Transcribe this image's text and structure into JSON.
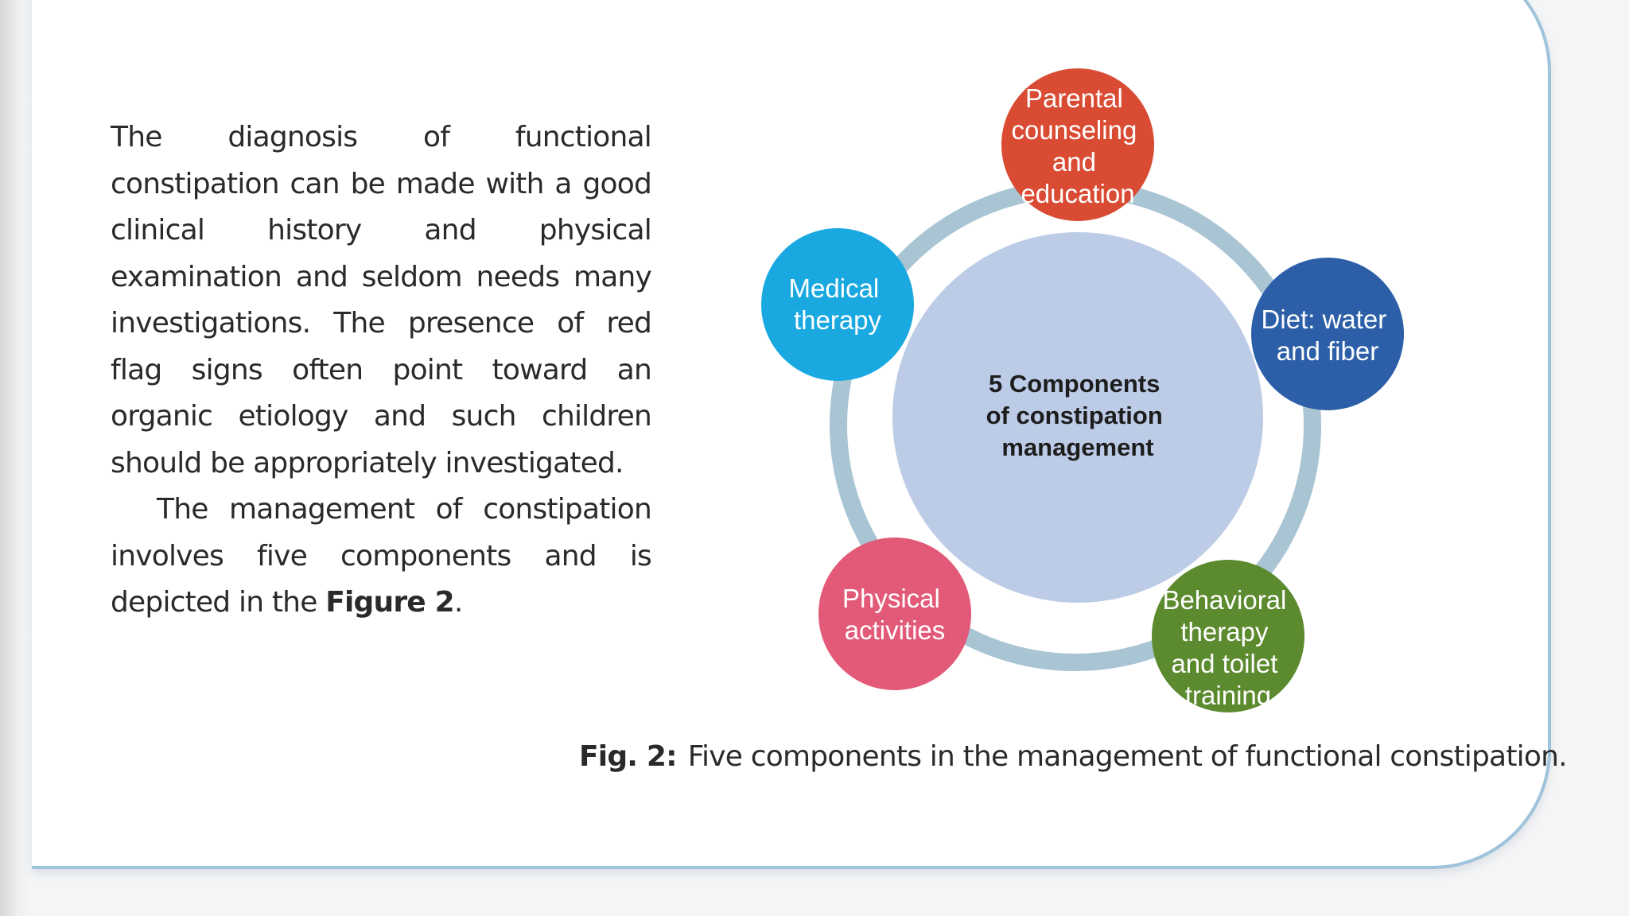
{
  "body_text": {
    "paragraph_1": "The diagnosis of functional constipation can be made with a good clinical history and physical examination and seldom needs many investigations. The presence of red flag signs often point toward an organic etiology and such children should be appropriately investigated.",
    "paragraph_2_before_ref": "The management of constipation involves five components and is depicted in the ",
    "paragraph_2_ref": "Figure 2",
    "paragraph_2_after_ref": "."
  },
  "figure": {
    "center": {
      "line_1": "5 Components",
      "line_2": "of constipation",
      "line_3": "management"
    },
    "nodes": {
      "parental": {
        "line_1": "Parental",
        "line_2": "counseling",
        "line_3": "and",
        "line_4": "education",
        "color": "#d94b33"
      },
      "diet": {
        "line_1": "Diet: water",
        "line_2": "and fiber",
        "color": "#2c5fa8"
      },
      "behavioral": {
        "line_1": "Behavioral",
        "line_2": "therapy",
        "line_3": "and toilet",
        "line_4": "training",
        "color": "#5c8a2e"
      },
      "physical": {
        "line_1": "Physical",
        "line_2": "activities",
        "color": "#e25a78"
      },
      "medical": {
        "line_1": "Medical",
        "line_2": "therapy",
        "color": "#19a9e0"
      }
    },
    "ring_color": "#a9c4d3",
    "center_color": "#bccbe6",
    "caption": {
      "label": "Fig. 2:",
      "text": "Five components in the management of functional constipation."
    }
  },
  "colors": {
    "panel_border": "#9ec3da",
    "text": "#2a2a2a"
  }
}
